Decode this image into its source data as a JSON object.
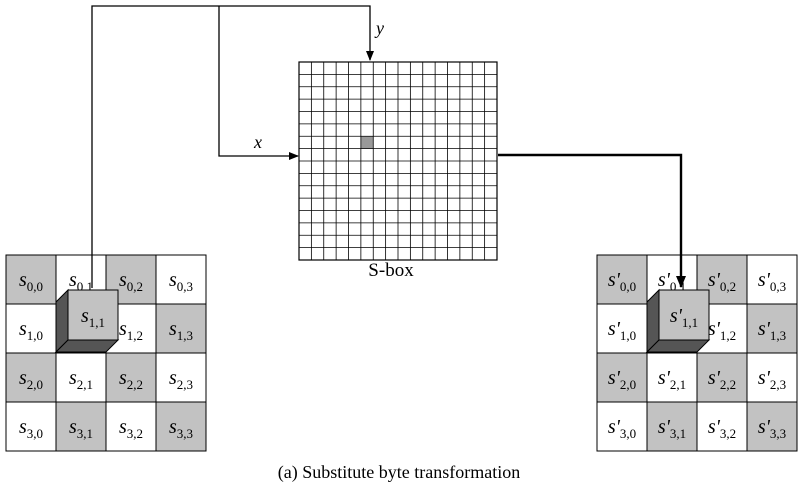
{
  "sbox": {
    "label": "S-box",
    "rows": 16,
    "cols": 16,
    "highlight": {
      "row": 6,
      "col": 5
    }
  },
  "inputs": {
    "x_label": "x",
    "y_label": "y"
  },
  "caption": "(a) Substitute byte transformation",
  "colors": {
    "shaded": "#c2c2c2",
    "white": "#ffffff",
    "dark": "#555555",
    "sbox_highlight": "#999999",
    "line": "#000000"
  },
  "input_state": {
    "grid": [
      [
        {
          "base": "s",
          "sub": "0,0",
          "shade": true
        },
        {
          "base": "s",
          "sub": "0,1",
          "shade": false
        },
        {
          "base": "s",
          "sub": "0,2",
          "shade": true
        },
        {
          "base": "s",
          "sub": "0,3",
          "shade": false
        }
      ],
      [
        {
          "base": "s",
          "sub": "1,0",
          "shade": false
        },
        {
          "base": "s",
          "sub": "1,1",
          "shade": true
        },
        {
          "base": "s",
          "sub": "1,2",
          "shade": false
        },
        {
          "base": "s",
          "sub": "1,3",
          "shade": true
        }
      ],
      [
        {
          "base": "s",
          "sub": "2,0",
          "shade": true
        },
        {
          "base": "s",
          "sub": "2,1",
          "shade": false
        },
        {
          "base": "s",
          "sub": "2,2",
          "shade": true
        },
        {
          "base": "s",
          "sub": "2,3",
          "shade": false
        }
      ],
      [
        {
          "base": "s",
          "sub": "3,0",
          "shade": false
        },
        {
          "base": "s",
          "sub": "3,1",
          "shade": true
        },
        {
          "base": "s",
          "sub": "3,2",
          "shade": false
        },
        {
          "base": "s",
          "sub": "3,3",
          "shade": true
        }
      ]
    ],
    "raised": {
      "base": "s",
      "sub": "1,1"
    }
  },
  "output_state": {
    "grid": [
      [
        {
          "base": "s'",
          "sub": "0,0",
          "shade": true
        },
        {
          "base": "s'",
          "sub": "0,1",
          "shade": false
        },
        {
          "base": "s'",
          "sub": "0,2",
          "shade": true
        },
        {
          "base": "s'",
          "sub": "0,3",
          "shade": false
        }
      ],
      [
        {
          "base": "s'",
          "sub": "1,0",
          "shade": false
        },
        {
          "base": "s'",
          "sub": "1,1",
          "shade": true
        },
        {
          "base": "s'",
          "sub": "1,2",
          "shade": false
        },
        {
          "base": "s'",
          "sub": "1,3",
          "shade": true
        }
      ],
      [
        {
          "base": "s'",
          "sub": "2,0",
          "shade": true
        },
        {
          "base": "s'",
          "sub": "2,1",
          "shade": false
        },
        {
          "base": "s'",
          "sub": "2,2",
          "shade": true
        },
        {
          "base": "s'",
          "sub": "2,3",
          "shade": false
        }
      ],
      [
        {
          "base": "s'",
          "sub": "3,0",
          "shade": false
        },
        {
          "base": "s'",
          "sub": "3,1",
          "shade": true
        },
        {
          "base": "s'",
          "sub": "3,2",
          "shade": false
        },
        {
          "base": "s'",
          "sub": "3,3",
          "shade": true
        }
      ]
    ],
    "raised": {
      "base": "s'",
      "sub": "1,1"
    }
  }
}
